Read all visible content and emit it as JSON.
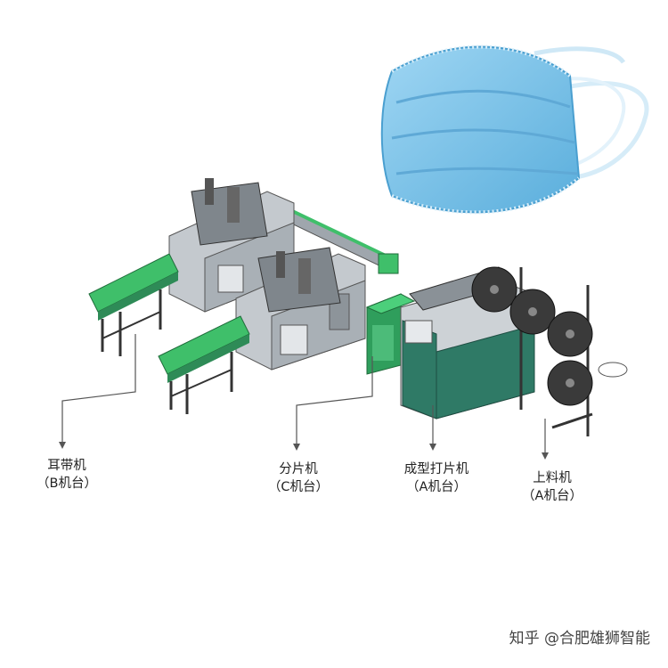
{
  "labels": {
    "ear_band": {
      "name": "耳带机",
      "station": "（B机台）"
    },
    "slicer": {
      "name": "分片机",
      "station": "（C机台）"
    },
    "forming": {
      "name": "成型打片机",
      "station": "（A机台）"
    },
    "feeding": {
      "name": "上料机",
      "station": "（A机台）"
    }
  },
  "watermark": "知乎 @合肥雄狮智能",
  "colors": {
    "mask_blue": "#7cc3ea",
    "frame_green": "#2e8b57",
    "conveyor_green": "#3fbf6a",
    "machine_gray": "#b9bec4",
    "roll_dark": "#3a3a3a"
  }
}
